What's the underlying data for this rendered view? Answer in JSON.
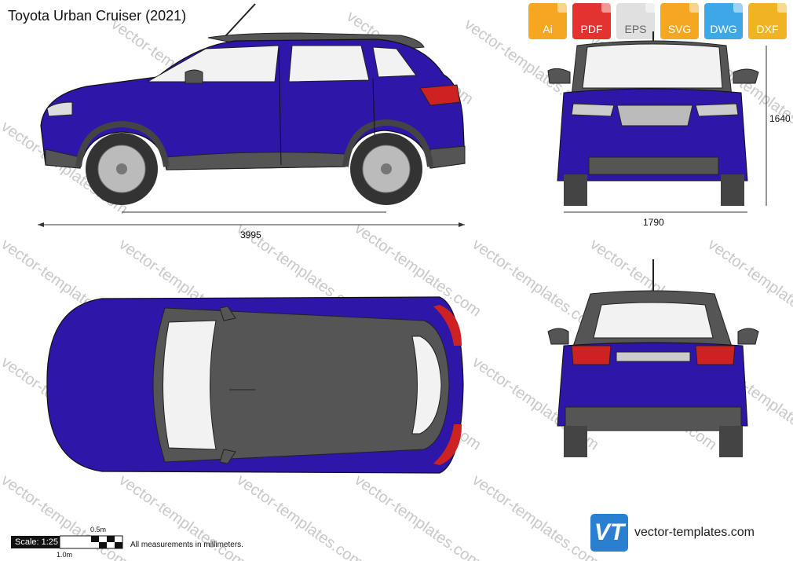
{
  "title": "Toyota Urban Cruiser (2021)",
  "watermark_text": "vector-templates.com",
  "formats": [
    {
      "label": "Ai",
      "color": "#f5a623"
    },
    {
      "label": "PDF",
      "color": "#e2332f"
    },
    {
      "label": "EPS",
      "color": "#e8e8e8"
    },
    {
      "label": "SVG",
      "color": "#f5a623"
    },
    {
      "label": "DWG",
      "color": "#3ea7e6"
    },
    {
      "label": "DXF",
      "color": "#f5a623"
    }
  ],
  "dimensions": {
    "length": "3995",
    "width": "1790",
    "height": "1640"
  },
  "scale": {
    "label": "Scale: 1:25",
    "half_meter": "0.5m",
    "one_meter": "1.0m"
  },
  "note": "All measurements in millimeters.",
  "brand": {
    "logo_text": "VT",
    "url": "vector-templates.com"
  },
  "colors": {
    "body": "#2d16a8",
    "roof": "#555555",
    "glass": "#f2f2f2",
    "light": "#cc2222"
  }
}
